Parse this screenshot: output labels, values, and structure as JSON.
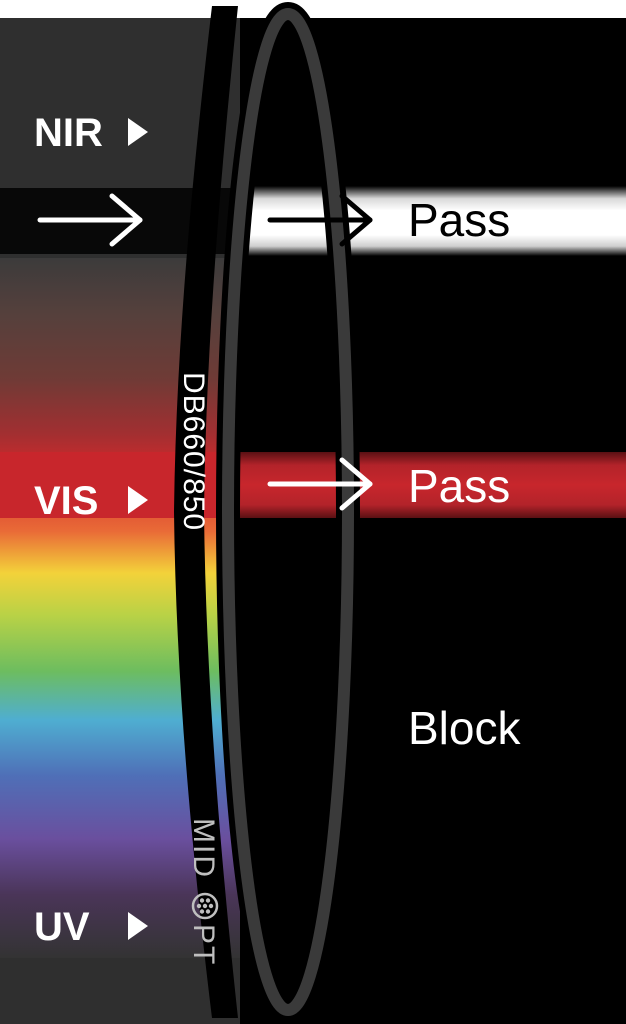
{
  "bands": {
    "nir": {
      "label": "NIR"
    },
    "vis": {
      "label": "VIS"
    },
    "uv": {
      "label": "UV"
    }
  },
  "results": {
    "nir_pass": "Pass",
    "vis_pass": "Pass",
    "block": "Block"
  },
  "filter": {
    "model": "DB660/850",
    "brand_prefix": "MID",
    "brand_suffix": "PT"
  },
  "colors": {
    "background": "#000000",
    "left_panel": "#2f2f2f",
    "vis_band": "#c8262c",
    "filter_ring": "#3a3a3a",
    "text": "#ffffff"
  },
  "icons": [
    "arrow-right-icon",
    "play-triangle-icon",
    "lens-logo-icon"
  ]
}
